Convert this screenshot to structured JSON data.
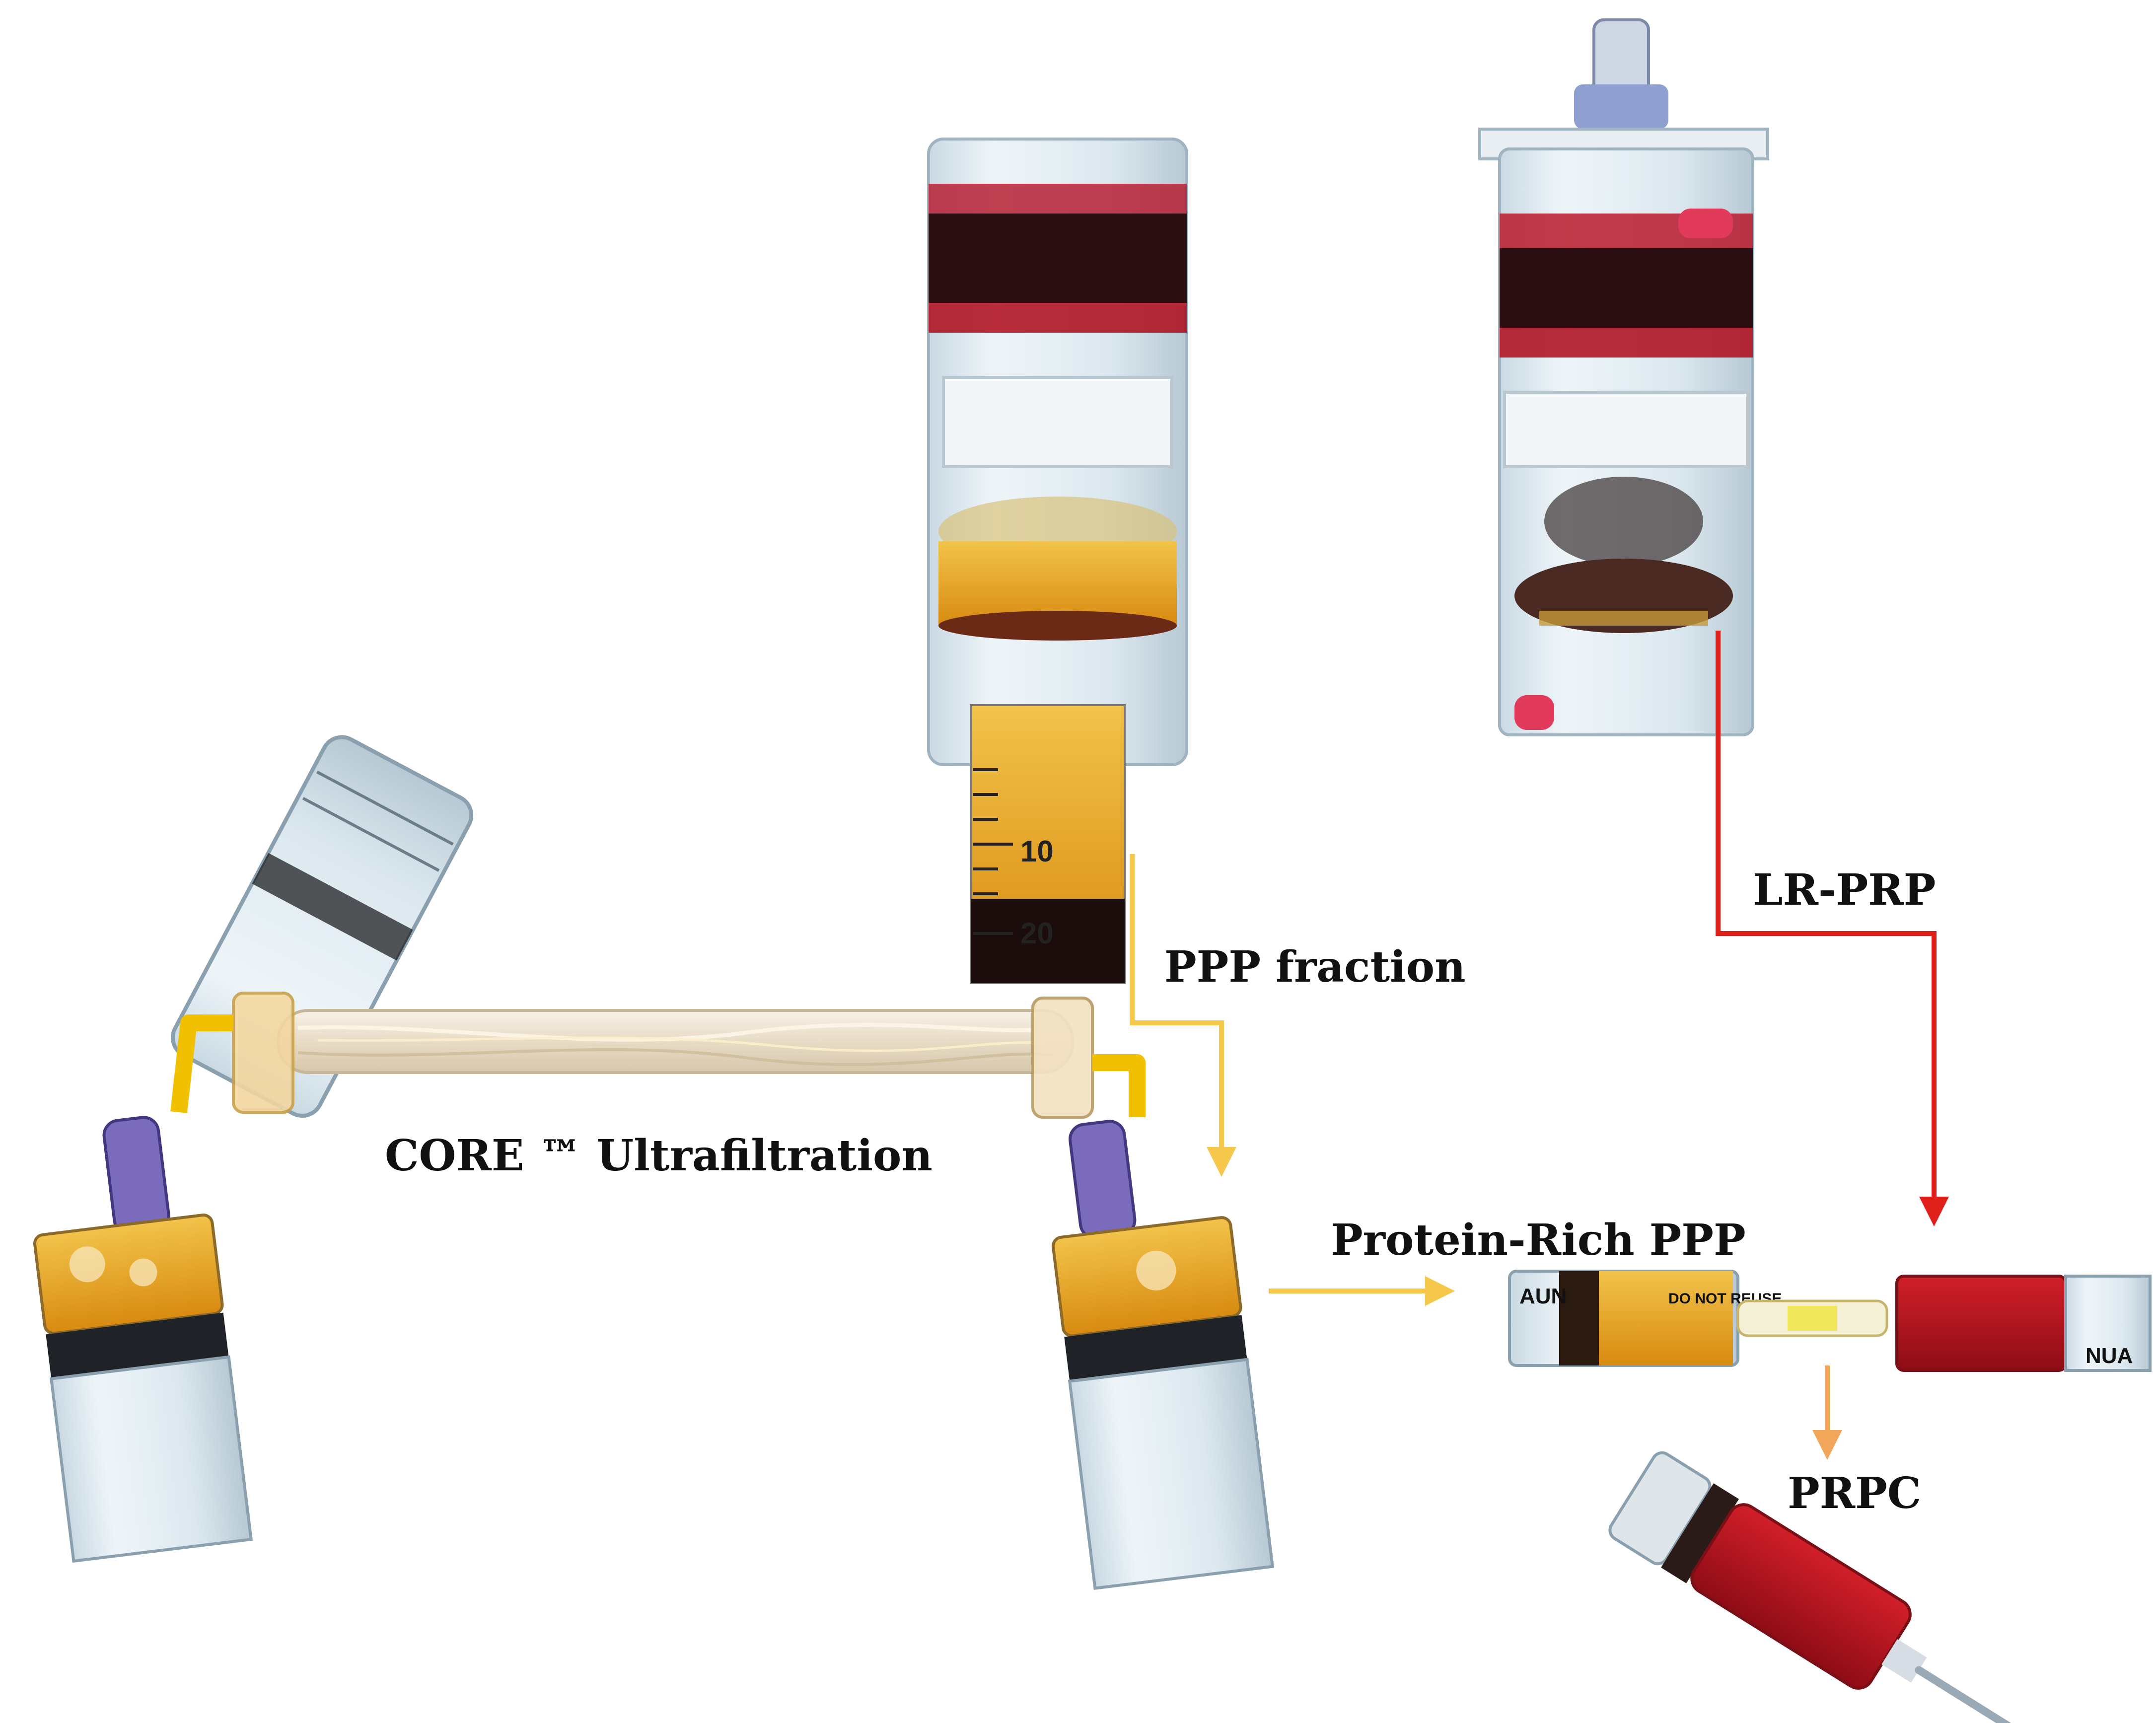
{
  "labels": {
    "ppp_fraction": "PPP fraction",
    "lr_prp": "LR-PRP",
    "core_ultrafiltration": "CORE ™ Ultrafiltration",
    "protein_rich_ppp": "Protein-Rich PPP",
    "prpc": "PRPC"
  },
  "device_markings": {
    "tube_mark_10": "10",
    "tube_mark_20": "20",
    "syringe_warning": "DO NOT REUSE",
    "syringe_brand_left": "AUN",
    "syringe_brand_right": "NUA"
  },
  "colors": {
    "ppp_arrow": "#F5C84C",
    "lr_prp_arrow": "#E0201B",
    "prpc_arrow": "#F2A65A",
    "plasma_amber": "#E3A21E",
    "blood_red": "#B0121F",
    "dark_band": "#2A0E12",
    "tube_clear": "#D9E6EE",
    "filter_fiber": "#EFE6D6"
  }
}
